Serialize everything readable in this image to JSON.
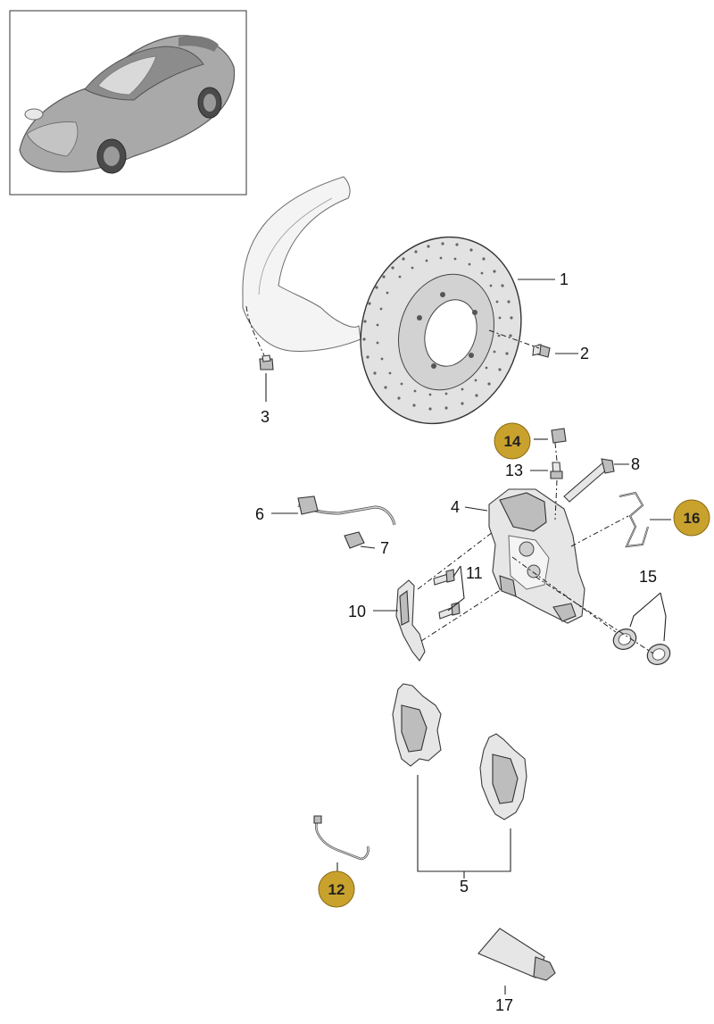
{
  "diagram": {
    "labels": {
      "p1": "1",
      "p2": "2",
      "p3": "3",
      "p4": "4",
      "p5": "5",
      "p6": "6",
      "p7": "7",
      "p8": "8",
      "p10": "10",
      "p11": "11",
      "p13": "13",
      "p15": "15",
      "p17": "17"
    },
    "badges": {
      "b12": "12",
      "b14": "14",
      "b16": "16"
    },
    "colors": {
      "badge": "#c9a22e",
      "line": "#222222",
      "part_fill": "#e6e6e6",
      "car_body": "#a9a9a9"
    }
  }
}
